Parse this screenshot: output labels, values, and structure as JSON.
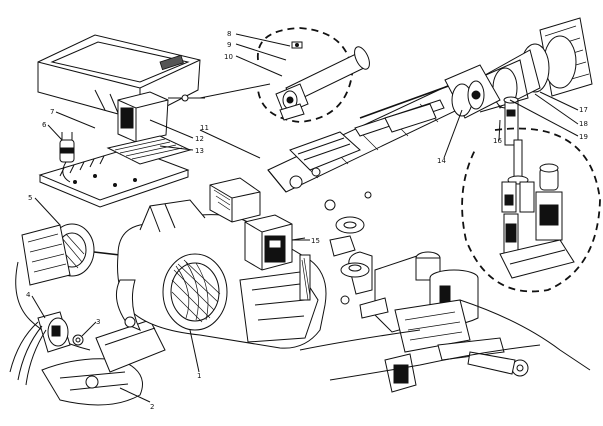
{
  "part_numbers": [
    "1",
    "2",
    "3",
    "4",
    "5",
    "6",
    "7",
    "8",
    "9",
    "10",
    "11",
    "12",
    "13",
    "14",
    "15",
    "16",
    "17",
    "18",
    "19"
  ]
}
